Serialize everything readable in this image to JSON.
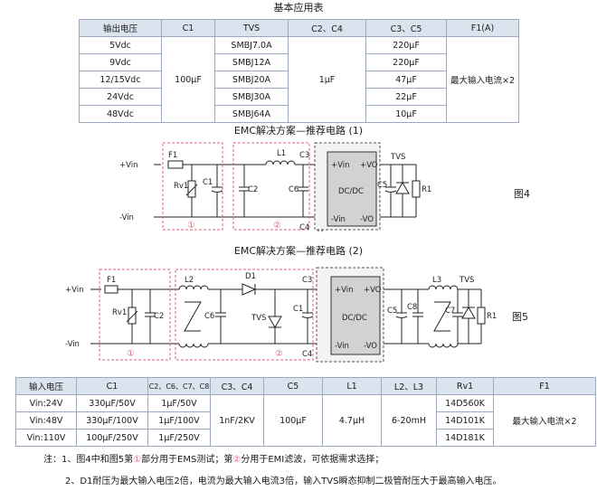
{
  "title1": "基本应用表",
  "table1": {
    "headers": [
      "输出电压",
      "C1",
      "TVS",
      "C2、C4",
      "C3、C5",
      "F1(A)"
    ],
    "voltages": [
      "5Vdc",
      "9Vdc",
      "12/15Vdc",
      "24Vdc",
      "48Vdc"
    ],
    "c1": "100μF",
    "tvs": [
      "SMBJ7.0A",
      "SMBJ12A",
      "SMBJ20A",
      "SMBJ30A",
      "SMBJ64A"
    ],
    "c2c4": "1μF",
    "c3c5": [
      "220μF",
      "220μF",
      "47μF",
      "22μF",
      "10μF"
    ],
    "f1": "最大输入电流×2"
  },
  "title2": "EMC解决方案—推荐电路 (1)",
  "title3": "EMC解决方案—推荐电路 (2)",
  "fig4": {
    "label": "图4",
    "vin_pos": "+Vin",
    "vin_neg": "-Vin",
    "f1": "F1",
    "rv1": "Rv1",
    "c1": "C1",
    "c2": "C2",
    "l1": "L1",
    "c6": "C6",
    "c3": "C3",
    "c4": "C4",
    "c5": "C5",
    "tvs": "TVS",
    "r1": "R1",
    "m_vin": "+Vin",
    "m_vo": "+VO",
    "m_dcdc": "DC/DC",
    "m_vinn": "-Vin",
    "m_von": "-VO",
    "mark1": "①",
    "mark2": "②"
  },
  "fig5": {
    "label": "图5",
    "vin_pos": "+Vin",
    "vin_neg": "-Vin",
    "f1": "F1",
    "rv1": "Rv1",
    "c2": "C2",
    "l2": "L2",
    "c6": "C6",
    "d1": "D1",
    "tvs_left": "TVS",
    "c1": "C1",
    "c3": "C3",
    "c4": "C4",
    "m_vin": "+Vin",
    "m_vo": "+VO",
    "m_dcdc": "DC/DC",
    "m_vinn": "-Vin",
    "m_von": "-VO",
    "c5": "C5",
    "c8": "C8",
    "l3": "L3",
    "c7": "C7",
    "tvs_right": "TVS",
    "r1": "R1",
    "mark1": "①",
    "mark2": "②"
  },
  "table2": {
    "headers": [
      "输入电压",
      "C1",
      "C2、C6、C7、C8",
      "C3、C4",
      "C5",
      "L1",
      "L2、L3",
      "Rv1",
      "F1"
    ],
    "inputs": [
      "Vin:24V",
      "Vin:48V",
      "Vin:110V"
    ],
    "c1": [
      "330μF/50V",
      "330μF/100V",
      "100μF/250V"
    ],
    "c2678": [
      "1μF/50V",
      "1μF/100V",
      "1μF/250V"
    ],
    "c3c4": "1nF/2KV",
    "c5": "100μF",
    "l1": "4.7μH",
    "l2l3": "6-20mH",
    "rv1": [
      "14D560K",
      "14D101K",
      "14D181K"
    ],
    "f1": "最大输入电流×2"
  },
  "notes": {
    "line1_a": "注：1、图4中和图5第",
    "circle1": "①",
    "line1_b": "部分用于EMS测试；第",
    "circle2": "②",
    "line1_c": "分用于EMI滤波，可依据需求选择；",
    "line2": "2、D1耐压为最大输入电压2倍，电流为最大输入电流3倍，输入TVS瞬态抑制二极管耐压大于最高输入电压。"
  },
  "colors": {
    "header_bg": "#dbe3ee",
    "border": "#9aa9bd",
    "dash_red": "#e0607a",
    "module_bg": "#d2d2d2"
  }
}
